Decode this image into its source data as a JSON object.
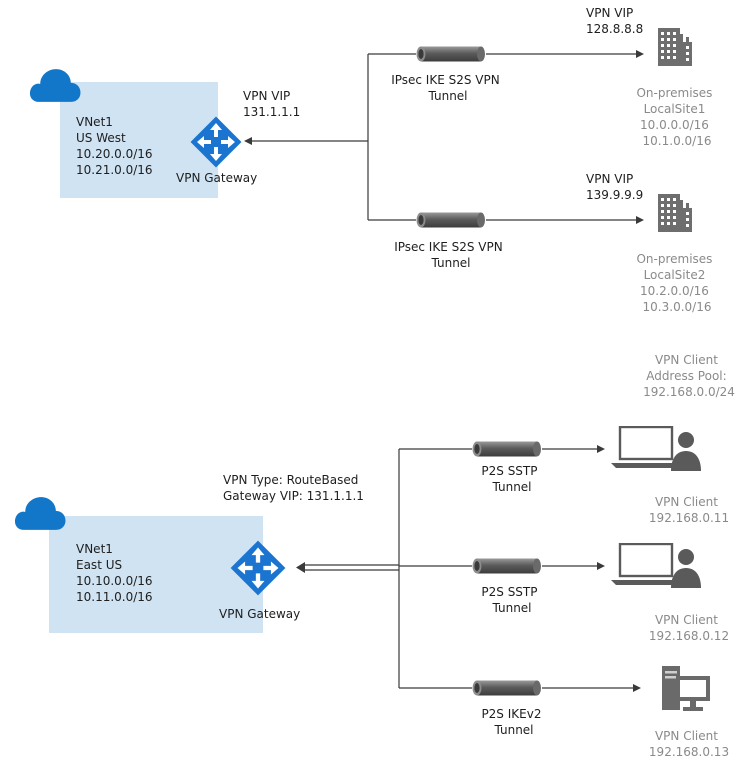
{
  "top": {
    "vnet": {
      "lines": [
        "VNet1",
        "US West",
        "10.20.0.0/16",
        "10.21.0.0/16"
      ]
    },
    "gateway": {
      "label": "VPN Gateway",
      "vip_lines": [
        "VPN VIP",
        "131.1.1.1"
      ]
    },
    "tunnels": [
      {
        "lines": [
          "IPsec IKE S2S VPN",
          "Tunnel"
        ]
      },
      {
        "lines": [
          "IPsec IKE S2S VPN",
          "Tunnel"
        ]
      }
    ],
    "sites": [
      {
        "vip_lines": [
          "VPN VIP",
          "128.8.8.8"
        ],
        "lines": [
          "On-premises",
          "LocalSite1",
          "10.0.0.0/16",
          "10.1.0.0/16"
        ],
        "icon": "building-icon"
      },
      {
        "vip_lines": [
          "VPN VIP",
          "139.9.9.9"
        ],
        "lines": [
          "On-premises",
          "LocalSite2",
          "10.2.0.0/16",
          "10.3.0.0/16"
        ],
        "icon": "building-icon"
      }
    ]
  },
  "bottom": {
    "vnet": {
      "lines": [
        "VNet1",
        "East US",
        "10.10.0.0/16",
        "10.11.0.0/16"
      ]
    },
    "gateway": {
      "label": "VPN Gateway",
      "info_lines": [
        "VPN Type: RouteBased",
        "Gateway VIP: 131.1.1.1"
      ]
    },
    "pool_lines": [
      "VPN Client",
      "Address Pool:",
      "192.168.0.0/24"
    ],
    "tunnels": [
      {
        "lines": [
          "P2S SSTP",
          "Tunnel"
        ]
      },
      {
        "lines": [
          "P2S SSTP",
          "Tunnel"
        ]
      },
      {
        "lines": [
          "P2S IKEv2",
          "Tunnel"
        ]
      }
    ],
    "clients": [
      {
        "lines": [
          "VPN Client",
          "192.168.0.11"
        ],
        "icon": "laptop-user-icon"
      },
      {
        "lines": [
          "VPN Client",
          "192.168.0.12"
        ],
        "icon": "laptop-user-icon"
      },
      {
        "lines": [
          "VPN Client",
          "192.168.0.13"
        ],
        "icon": "desktop-computer-icon"
      }
    ]
  },
  "colors": {
    "vnet_fill": "#cfe3f3",
    "azure_blue": "#1277c9",
    "gateway_blue": "#1b75d0",
    "tunnel_grey": "#6e6e6e",
    "grey_text": "#8a8a8a"
  }
}
